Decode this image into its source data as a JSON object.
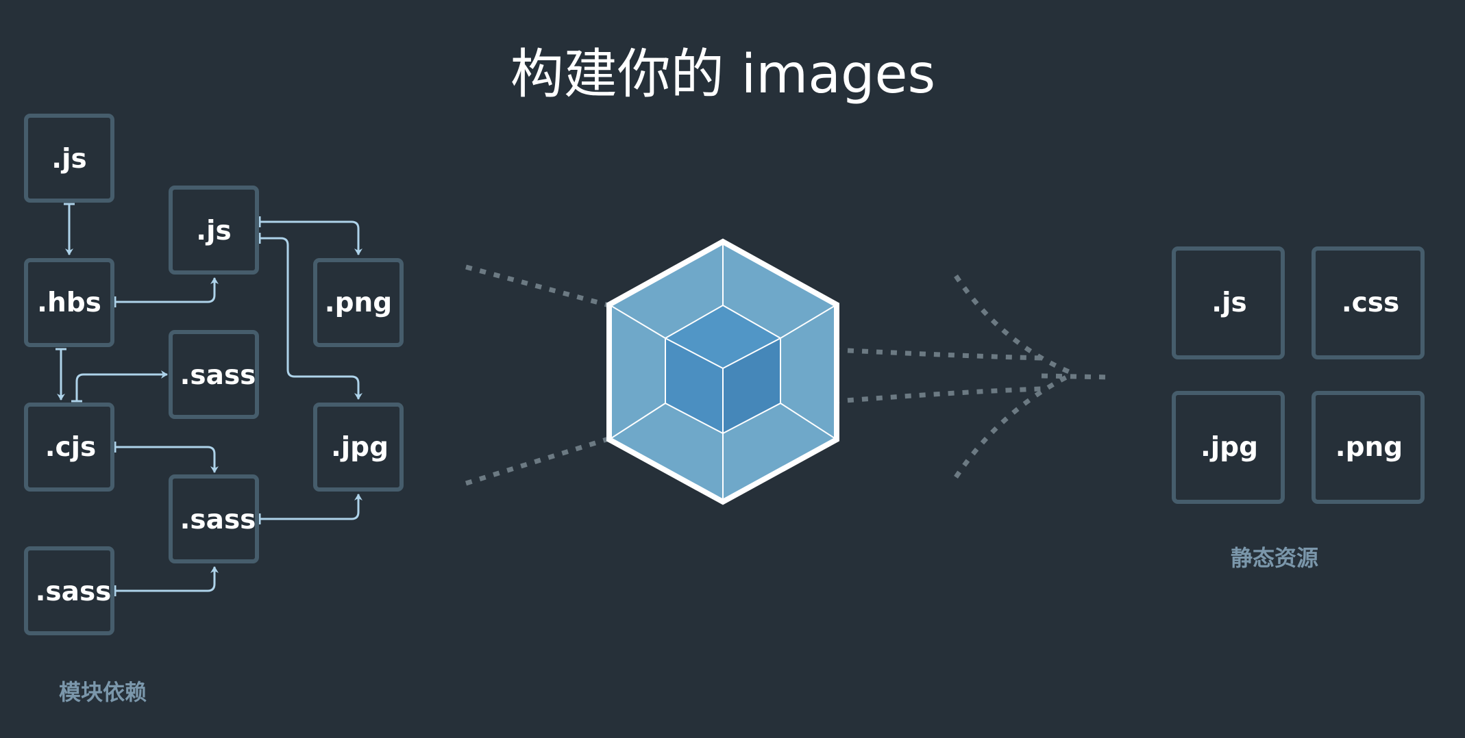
{
  "title": "构建你的 images",
  "left_caption": "模块依赖",
  "right_caption": "静态资源",
  "colors": {
    "background": "#263039",
    "box_border": "#465d6c",
    "arrow": "#aed3ea",
    "caption": "#7b97ab",
    "dashes": "#6c7a83",
    "cube_outer": "#6fa8c9",
    "cube_inner": "#4b8fc1",
    "cube_outline": "#ffffff"
  },
  "center_icon": "webpack-cube-icon",
  "modules": {
    "js_top": ".js",
    "js_mid": ".js",
    "hbs": ".hbs",
    "png": ".png",
    "sass_mid": ".sass",
    "cjs": ".cjs",
    "jpg": ".jpg",
    "sass_low": ".sass",
    "sass_bottom": ".sass"
  },
  "assets": {
    "js": ".js",
    "css": ".css",
    "jpg": ".jpg",
    "png": ".png"
  }
}
